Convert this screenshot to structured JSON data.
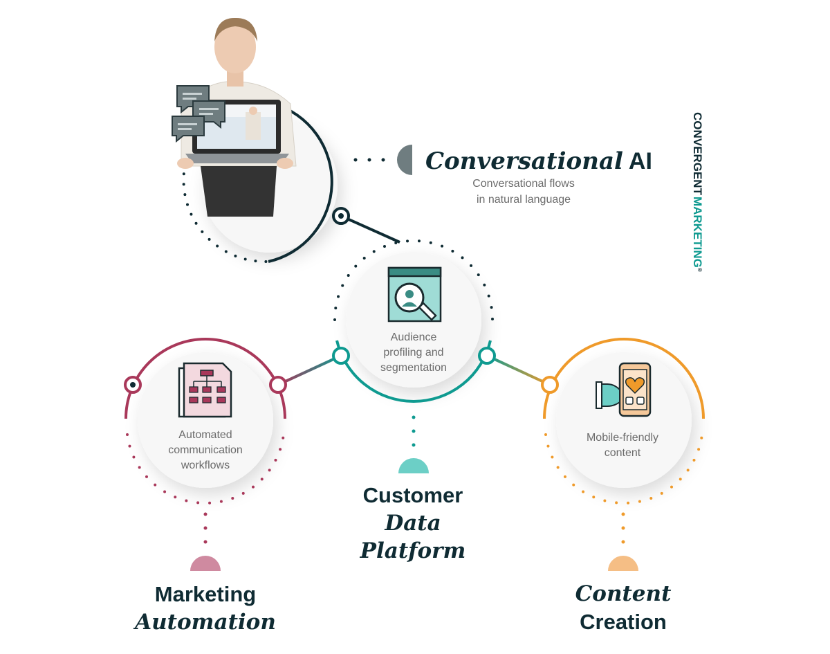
{
  "brand": {
    "name_part1": "CONVERGENT",
    "name_part2": "MARKETING",
    "mark": "®"
  },
  "conversational_ai": {
    "title_italic": "Conversational",
    "title_plain": "AI",
    "desc_line1": "Conversational flows",
    "desc_line2": "in natural language"
  },
  "cdp": {
    "label_line1": "Audience",
    "label_line2": "profiling and",
    "label_line3": "segmentation",
    "heading_line1": "Customer",
    "heading_line2": "Data",
    "heading_line3": "Platform"
  },
  "marketing_automation": {
    "label_line1": "Automated",
    "label_line2": "communication",
    "label_line3": "workflows",
    "heading_line1": "Marketing",
    "heading_line2": "Automation"
  },
  "content_creation": {
    "label_line1": "Mobile-friendly",
    "label_line2": "content",
    "heading_line1": "Content",
    "heading_line2": "Creation"
  },
  "colors": {
    "navy": "#0f2b33",
    "teal": "#0e9a90",
    "teal_light": "#6ccfc6",
    "crimson": "#a9385a",
    "crimson_light": "#cf8aa0",
    "orange": "#ef9a2a",
    "orange_light": "#f5be85",
    "gray_half": "#6f7d80",
    "text_gray": "#6b6b6b"
  }
}
